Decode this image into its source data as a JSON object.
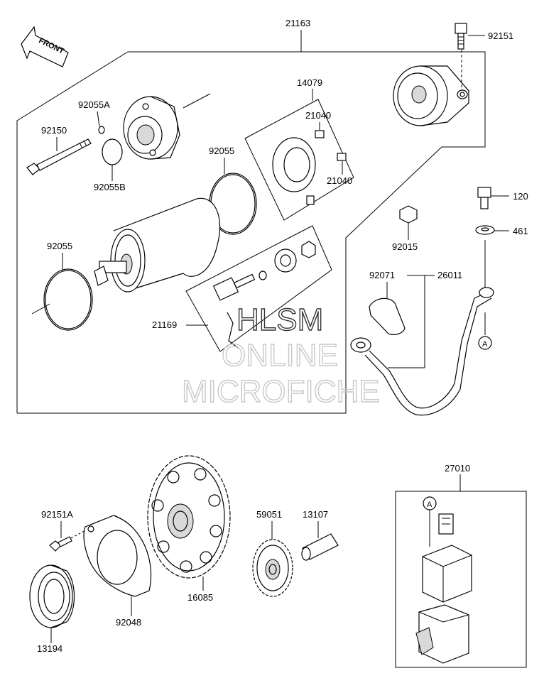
{
  "front_arrow": {
    "text": "FRONT"
  },
  "watermark": {
    "line1": "HLSM",
    "line2": "ONLINE",
    "line3": "MICROFICHE"
  },
  "callout": "A",
  "part_labels": {
    "p21163": "21163",
    "p92151": "92151",
    "p92055A": "92055A",
    "p92150": "92150",
    "p92055B": "92055B",
    "p92055_upper": "92055",
    "p14079": "14079",
    "p21040_a": "21040",
    "p21040_b": "21040",
    "p120": "120",
    "p461": "461",
    "p92015": "92015",
    "p92055_left": "92055",
    "p92071": "92071",
    "p26011": "26011",
    "p21169": "21169",
    "p27010": "27010",
    "p92151A": "92151A",
    "p59051": "59051",
    "p13107": "13107",
    "p16085": "16085",
    "p92048": "92048",
    "p13194": "13194"
  }
}
